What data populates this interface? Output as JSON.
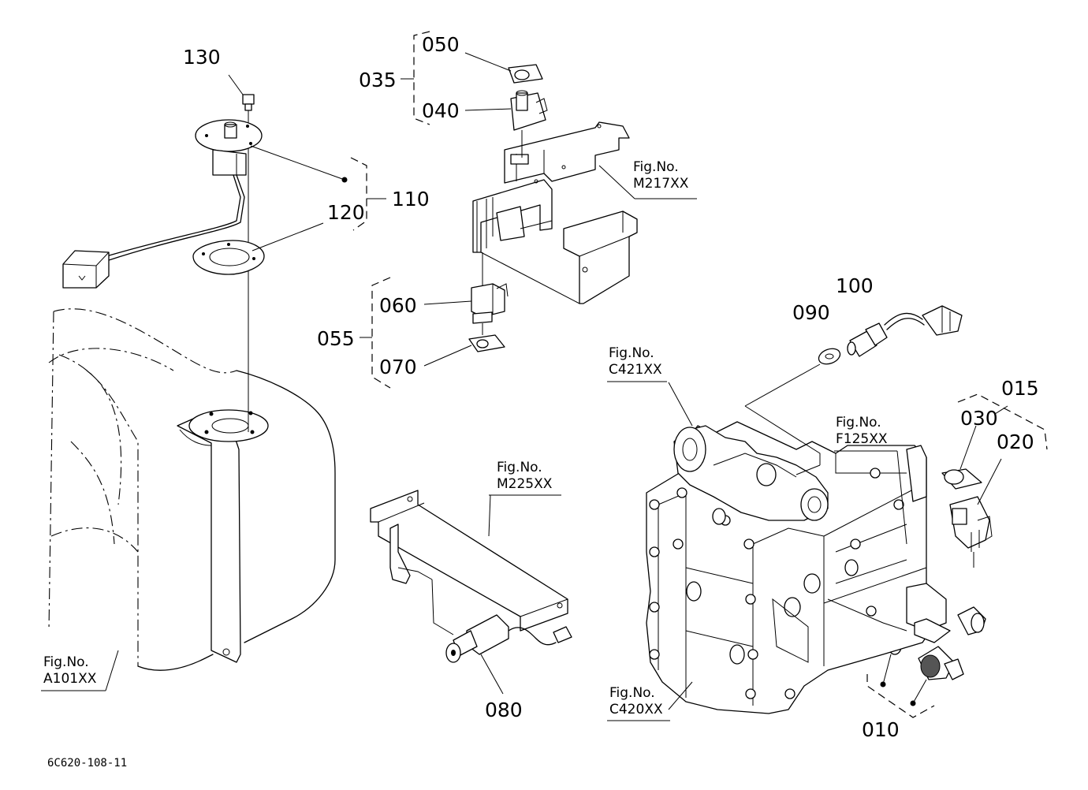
{
  "part_numbers": {
    "p130": "130",
    "p110": "110",
    "p120": "120",
    "p035": "035",
    "p050": "050",
    "p040": "040",
    "p055": "055",
    "p060": "060",
    "p070": "070",
    "p100": "100",
    "p090": "090",
    "p015": "015",
    "p030": "030",
    "p020": "020",
    "p080": "080",
    "p010": "010"
  },
  "figure_refs": {
    "fig_caption": "Fig.No.",
    "m217": "M217XX",
    "c421": "C421XX",
    "f125": "F125XX",
    "m225": "M225XX",
    "a101": "A101XX",
    "c420": "C420XX"
  },
  "footer": {
    "drawing_code": "6C620-108-11"
  }
}
